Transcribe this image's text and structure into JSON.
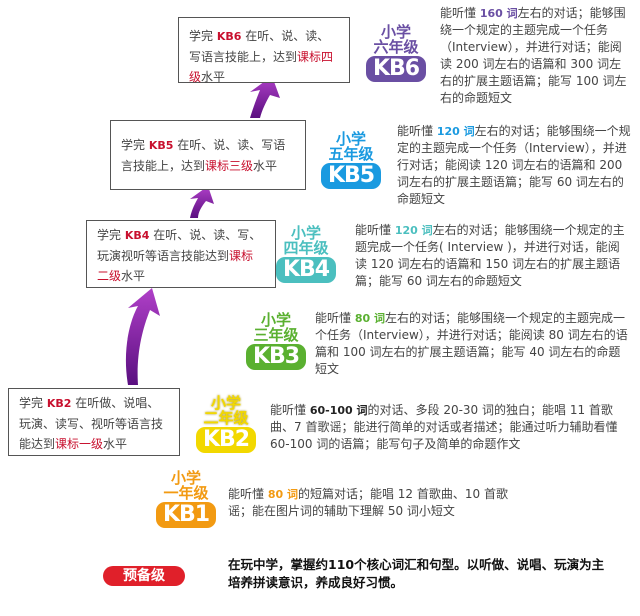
{
  "colors": {
    "kb6": "#6a4fa3",
    "kb5": "#1a9ae0",
    "kb4": "#4bbfbf",
    "kb3": "#5ab030",
    "kb2": "#f2d800",
    "kb1": "#f29a12",
    "prep": "#e0202a",
    "arrow": "#8a1fa8",
    "highlight": "#c8102e"
  },
  "icons": [
    "up-arrow-icon"
  ],
  "boxes": [
    {
      "id": "kb6",
      "pre": "学完 ",
      "kb": "KB6",
      "mid": " 在听、说、读、写语言技能上，达到",
      "level": "课标四级",
      "post": "水平"
    },
    {
      "id": "kb5",
      "pre": "学完 ",
      "kb": "KB5",
      "mid": " 在听、说、读、写语言技能上，达到",
      "level": "课标三级",
      "post": "水平"
    },
    {
      "id": "kb4",
      "pre": "学完 ",
      "kb": "KB4",
      "mid": " 在听、说、读、写、玩演视听等语言技能达到",
      "level": "课标二级",
      "post": "水平"
    },
    {
      "id": "kb2",
      "pre": "学完 ",
      "kb": "KB2",
      "mid": " 在听做、说唱、玩演、读写、视听等语言技能达到",
      "level": "课标一级",
      "post": "水平"
    }
  ],
  "levels": [
    {
      "id": "kb6",
      "l1": "小学",
      "l2": "六年级",
      "code": "KB6",
      "pre": "能听懂 ",
      "hl": "160 词",
      "post": "左右的对话；能够围绕一个规定的主题完成一个任务（Interview），并进行对话；能阅读 200 词左右的语篇和 300 词左右的扩展主题语篇；能写 100 词左右的命题短文"
    },
    {
      "id": "kb5",
      "l1": "小学",
      "l2": "五年级",
      "code": "KB5",
      "pre": "能听懂 ",
      "hl": "120 词",
      "post": "左右的对话；能够围绕一个规定的主题完成一个任务（Interview），并进行对话；能阅读 120 词左右的语篇和 200 词左右的扩展主题语篇；能写 60 词左右的命题短文"
    },
    {
      "id": "kb4",
      "l1": "小学",
      "l2": "四年级",
      "code": "KB4",
      "pre": "能听懂 ",
      "hl": "120 词",
      "post": "左右的对话；能够围绕一个规定的主题完成一个任务( Interview )，并进行对话，能阅读 120 词左右的语篇和 150 词左右的扩展主题语篇；能写 60 词左右的命题短文"
    },
    {
      "id": "kb3",
      "l1": "小学",
      "l2": "三年级",
      "code": "KB3",
      "pre": "能听懂 ",
      "hl": "80 词",
      "post": "左右的对话；能够围绕一个规定的主题完成一个任务（Interview），并进行对话；能阅读 80 词左右的语篇和 100 词左右的扩展主题语篇；能写 40 词左右的命题短文"
    },
    {
      "id": "kb2",
      "l1": "小学",
      "l2": "二年级",
      "code": "KB2",
      "pre": "能听懂 ",
      "hl": "60-100 词",
      "post": "的对话、多段 20-30 词的独白；能唱 11 首歌曲、7 首歌谣；能进行简单的对话或者描述；能通过听力辅助看懂 60-100 词的语篇；能写句子及简单的命题作文"
    },
    {
      "id": "kb1",
      "l1": "小学",
      "l2": "一年级",
      "code": "KB1",
      "pre": "能听懂 ",
      "hl": "80 词",
      "post": "的短篇对话；能唱 12 首歌曲、10 首歌谣；能在图片词的辅助下理解 50 词小短文"
    }
  ],
  "prep": {
    "label": "预备级",
    "text1": "在玩中学，掌握约110个核心词汇和句型。以听做、说唱、玩演为主",
    "text2": "培养拼读意识，养成良好习惯。"
  }
}
